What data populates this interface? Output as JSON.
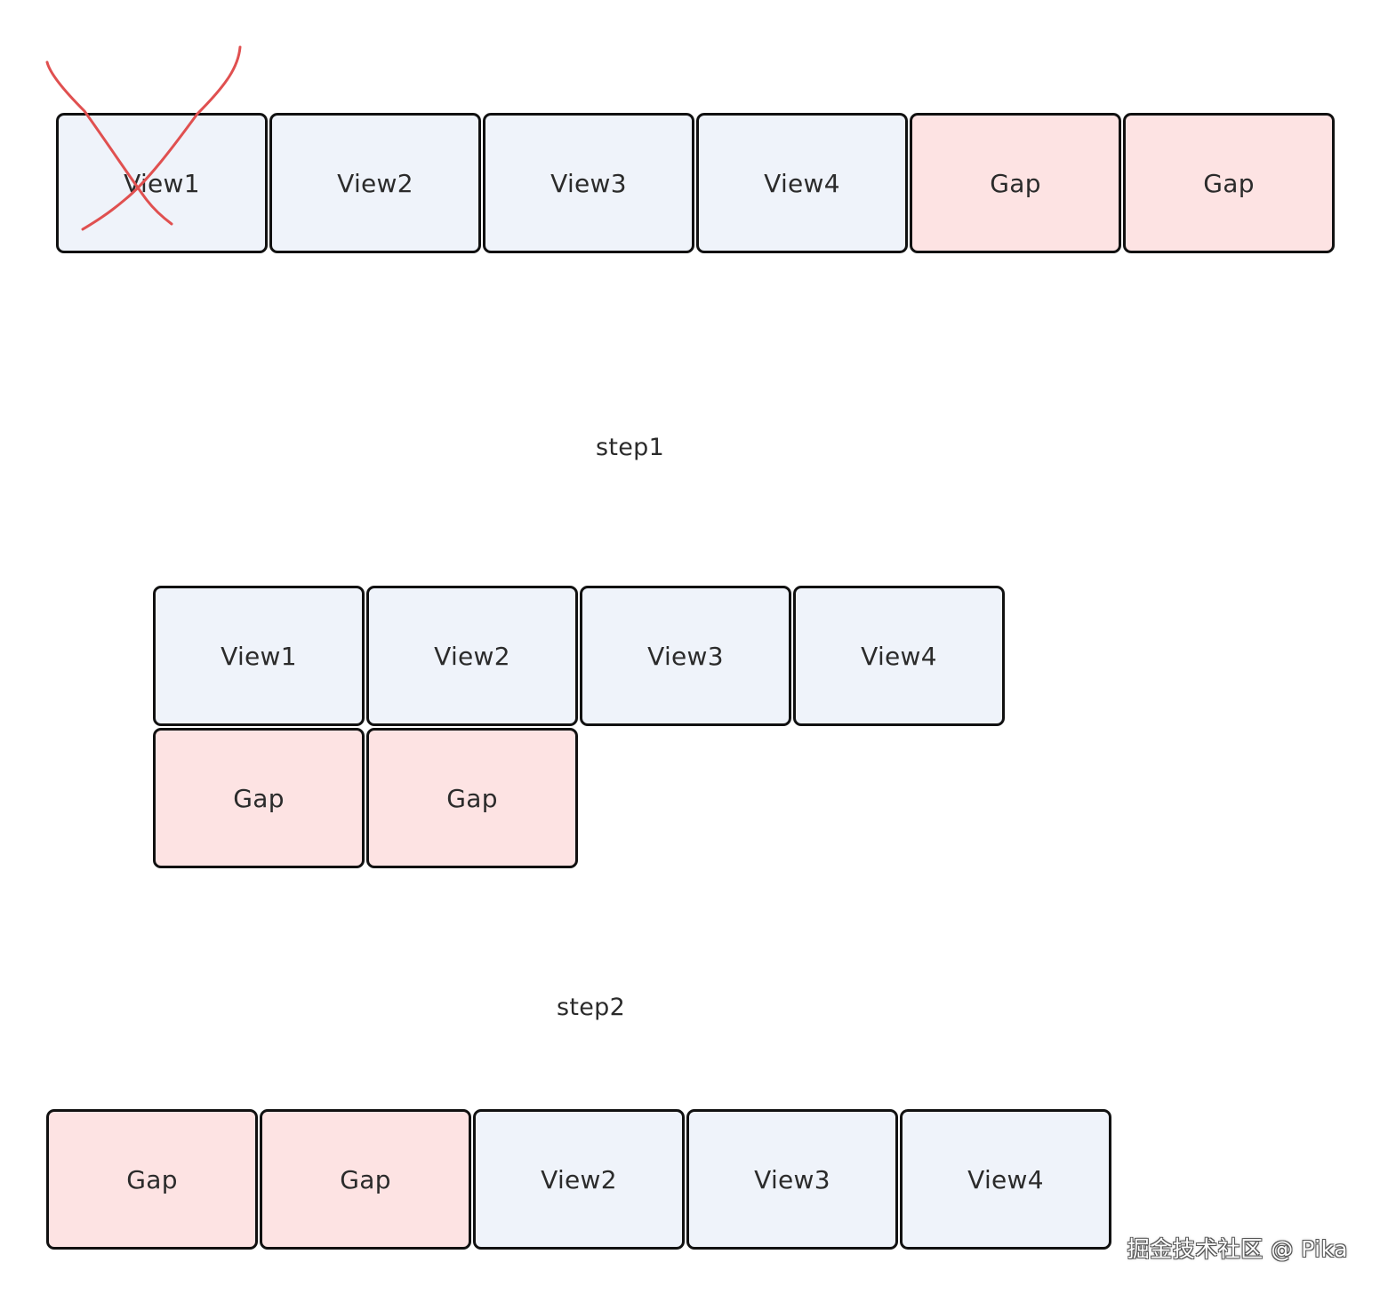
{
  "colors": {
    "view_fill": "#eff3fa",
    "gap_fill": "#fde3e3",
    "border": "#111111",
    "cross_mark": "#e05050",
    "text": "#2b2b2b"
  },
  "row_initial": {
    "boxes": [
      {
        "label": "View1",
        "kind": "view",
        "crossed_out": true
      },
      {
        "label": "View2",
        "kind": "view"
      },
      {
        "label": "View3",
        "kind": "view"
      },
      {
        "label": "View4",
        "kind": "view"
      },
      {
        "label": "Gap",
        "kind": "gap"
      },
      {
        "label": "Gap",
        "kind": "gap"
      }
    ]
  },
  "step1": {
    "label": "step1",
    "boxes": [
      {
        "label": "View1",
        "kind": "view"
      },
      {
        "label": "View2",
        "kind": "view"
      },
      {
        "label": "View3",
        "kind": "view"
      },
      {
        "label": "View4",
        "kind": "view"
      },
      {
        "label": "Gap",
        "kind": "gap"
      },
      {
        "label": "Gap",
        "kind": "gap"
      }
    ]
  },
  "step2": {
    "label": "step2",
    "boxes": [
      {
        "label": "Gap",
        "kind": "gap"
      },
      {
        "label": "Gap",
        "kind": "gap"
      },
      {
        "label": "View2",
        "kind": "view"
      },
      {
        "label": "View3",
        "kind": "view"
      },
      {
        "label": "View4",
        "kind": "view"
      }
    ]
  },
  "watermark": "掘金技术社区 @ Pika"
}
